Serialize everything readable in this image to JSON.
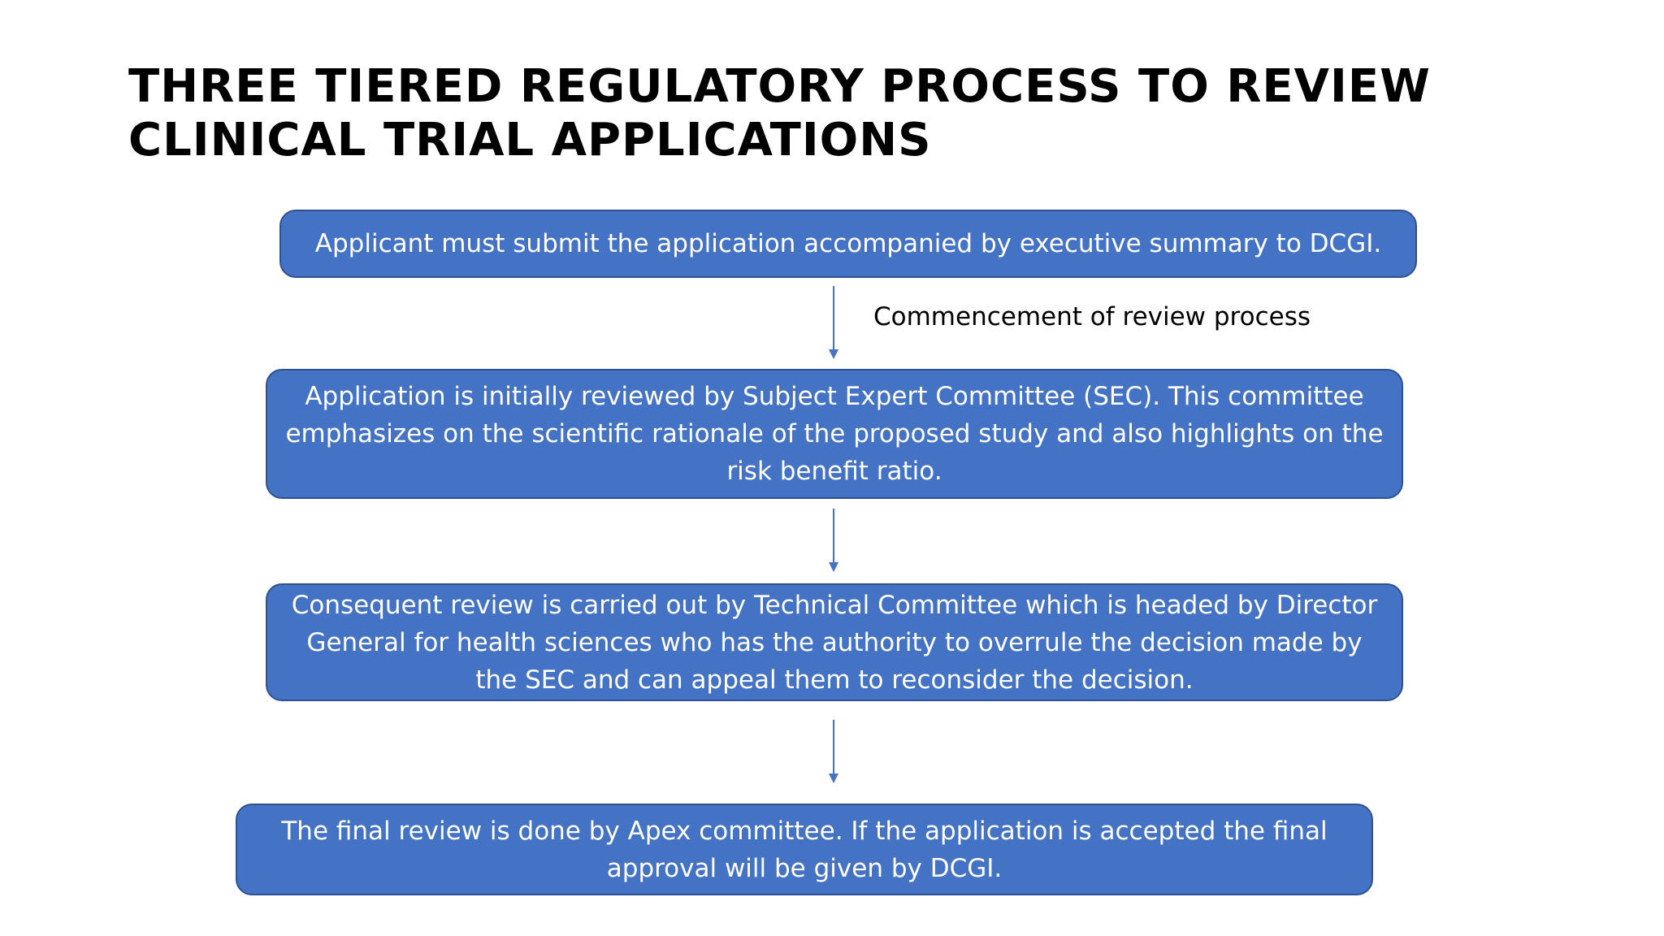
{
  "slide": {
    "title_lines": [
      "THREE TIERED REGULATORY PROCESS TO REVIEW",
      "CLINICAL TRIAL APPLICATIONS"
    ]
  },
  "flow": {
    "steps": [
      {
        "lines": [
          "Applicant must submit the application accompanied by executive summary to DCGI."
        ]
      },
      {
        "lines": [
          "Application is initially reviewed by Subject Expert Committee (SEC). This committee",
          "emphasizes on the scientific rationale of the proposed study and also highlights on the",
          "risk benefit ratio."
        ]
      },
      {
        "lines": [
          "Consequent review is carried out by Technical Committee which is headed by Director",
          "General for health sciences who has the authority to overrule the decision made by",
          "the SEC and can appeal them to reconsider the decision."
        ]
      },
      {
        "lines": [
          "The final review is done by Apex committee. If the application is accepted the final",
          "approval will be given by DCGI."
        ]
      }
    ],
    "connector_label": "Commencement of review process",
    "colors": {
      "box_fill": "#4472c4",
      "box_border": "#2f528f",
      "box_text": "#ffffff",
      "arrow": "#4472c4"
    }
  }
}
